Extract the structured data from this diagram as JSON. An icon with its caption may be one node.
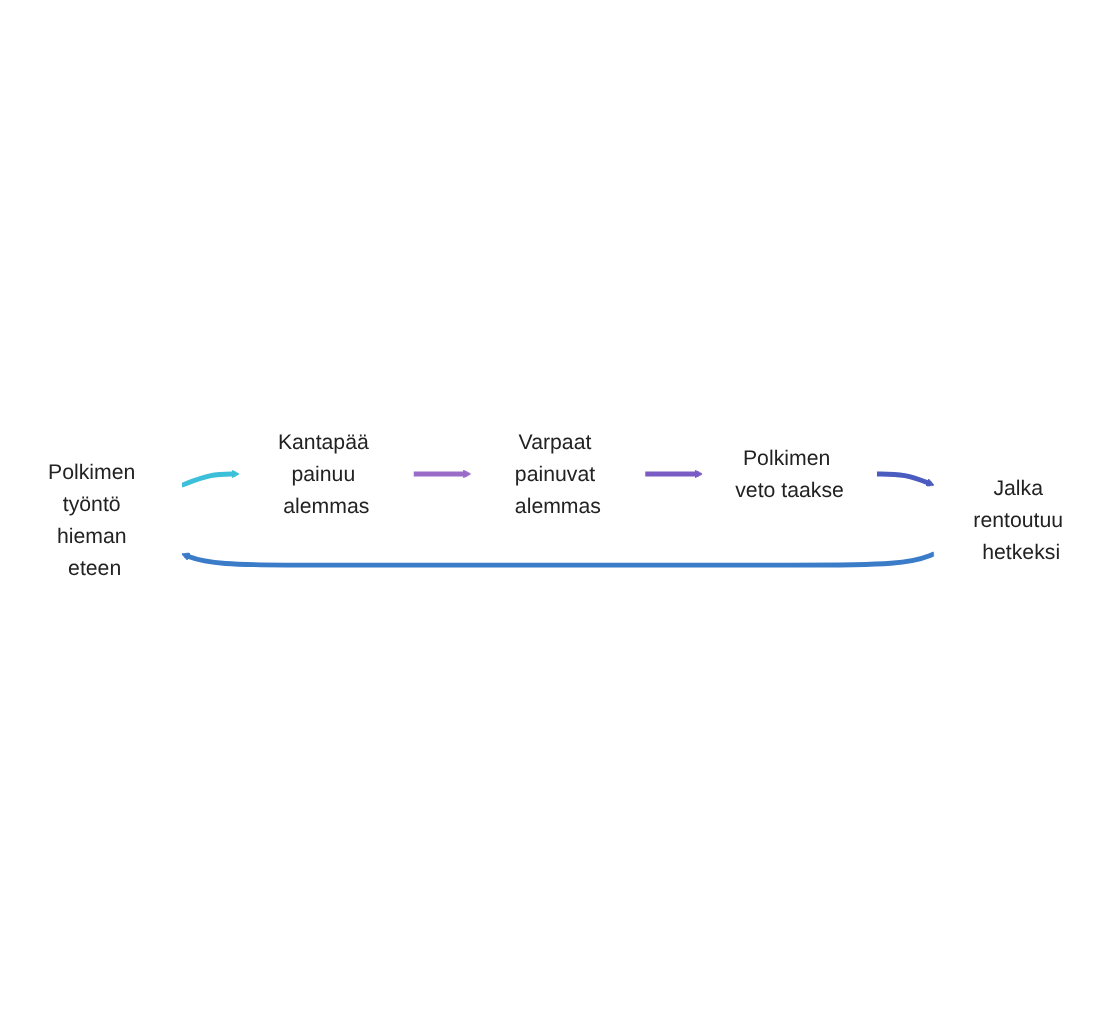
{
  "diagram": {
    "nodes": [
      {
        "text": [
          "Polkimen työntö hieman eteen"
        ]
      },
      {
        "text": [
          "Kantapää painuu alemmas"
        ]
      },
      {
        "text": [
          "Varpaat painuvat alemmas"
        ]
      },
      {
        "text": [
          "Polkimen veto taakse"
        ]
      },
      {
        "text": [
          "Jalka rentoutuu hetkeksi"
        ]
      }
    ],
    "edges": [
      {
        "from": 0,
        "to": 1,
        "arrow": "to",
        "color": "#3cbfd8"
      },
      {
        "from": 1,
        "to": 2,
        "arrow": "to",
        "color": "#9a6cc8"
      },
      {
        "from": 2,
        "to": 3,
        "arrow": "to",
        "color": "#7a5cc4"
      },
      {
        "from": 3,
        "to": 4,
        "arrow": "to",
        "color": "#4a5cc0"
      },
      {
        "from": 4,
        "to": 0,
        "arrow": "to",
        "color": "#3a7cc8"
      }
    ]
  }
}
